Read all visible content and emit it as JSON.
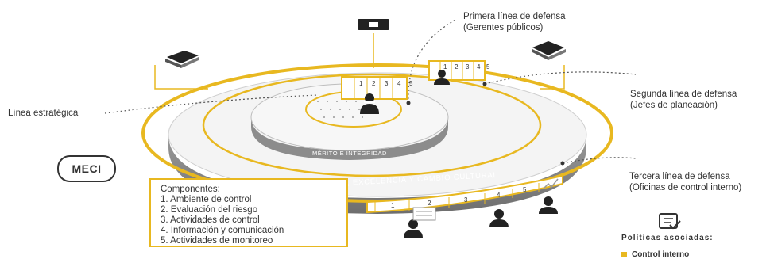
{
  "labels": {
    "primera_1": "Primera línea de defensa",
    "primera_2": "(Gerentes públicos)",
    "segunda_1": "Segunda línea de defensa",
    "segunda_2": "(Jefes de planeación)",
    "estrategica": "Línea estratégica",
    "tercera_1": "Tercera línea de defensa",
    "tercera_2": "(Oficinas de control interno)",
    "meci": "MECI",
    "merito": "MÉRITO E INTEGRIDAD",
    "valores": "VALORES, INNOVACIÓN, EXCELENCIA Y CAMBIO CULTURAL",
    "politicas_title": "Políticas asociadas:",
    "politicas_item": "Control interno"
  },
  "componentes": {
    "title": "Componentes:",
    "items": [
      "1. Ambiente de control",
      "2. Evaluación del riesgo",
      "3. Actividades de control",
      "4. Información y comunicación",
      "5. Actividades de monitoreo"
    ]
  },
  "panel_numbers": [
    "1",
    "2",
    "3",
    "4",
    "5"
  ],
  "colors": {
    "accent": "#e8b820",
    "dark": "#333333",
    "grey": "#8a8a8a",
    "platform_top": "#f4f4f4"
  },
  "icons": [
    "camera-icon",
    "folder-icon",
    "person-icon",
    "chart-icon",
    "document-check-icon"
  ]
}
